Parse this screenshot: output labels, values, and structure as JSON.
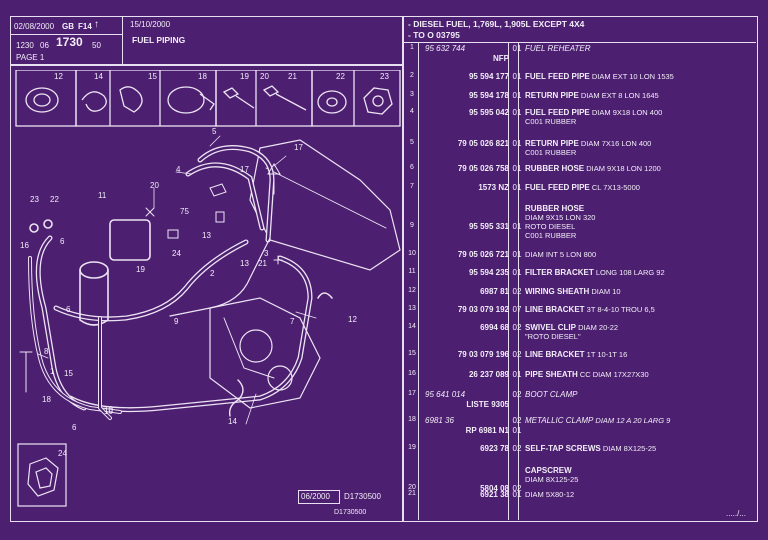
{
  "header": {
    "date_left": "02/08/2000",
    "country": "GB",
    "engine": "F14",
    "date_right": "15/10/2000",
    "group": "1230",
    "sub": "06",
    "plate": "1730",
    "suffix": "50",
    "page": "PAGE 1",
    "title": "FUEL PIPING",
    "spec_line1": "- DIESEL FUEL, 1,769L, 1,905L EXCEPT  4X4",
    "spec_line2": "- TO  O    03795"
  },
  "callouts": [
    "12",
    "14",
    "15",
    "18",
    "19",
    "20",
    "21",
    "22",
    "23"
  ],
  "diagram_labels": [
    "5",
    "4",
    "17",
    "17",
    "20",
    "75",
    "11",
    "23",
    "22",
    "16",
    "6",
    "19",
    "24",
    "2",
    "13",
    "13",
    "21",
    "3",
    "1",
    "8",
    "15",
    "10",
    "7",
    "9",
    "12",
    "6",
    "14",
    "18",
    "10",
    "6",
    "24"
  ],
  "footer": {
    "plate_box": "06/2000",
    "plate_code": "D1730500",
    "plate_code2": "D1730500",
    "page_mark": "...../..."
  },
  "parts": [
    {
      "num": "1",
      "ref": "95 632 744",
      "ref_style": "italic",
      "sub": "NFP",
      "qty": "01",
      "name": "FUEL REHEATER",
      "name_style": "italic",
      "desc": ""
    },
    {
      "num": "2",
      "ref": "95 594 177",
      "qty": "01",
      "name": "FUEL FEED PIPE",
      "desc": "DIAM EXT 10 LON 1535"
    },
    {
      "num": "3",
      "ref": "95 594 178",
      "qty": "01",
      "name": "RETURN PIPE",
      "desc": "DIAM EXT 8 LON 1645"
    },
    {
      "num": "4",
      "ref": "95 595 042",
      "qty": "01",
      "name": "FUEL FEED PIPE",
      "desc": "DIAM 9X18 LON 400",
      "desc2": "C001 RUBBER"
    },
    {
      "num": "5",
      "ref": "79 05 026 821",
      "qty": "01",
      "name": "RETURN PIPE",
      "desc": "DIAM 7X16 LON 400",
      "desc2": "C001 RUBBER"
    },
    {
      "num": "6",
      "ref": "79 05 026 758",
      "qty": "01",
      "name": "RUBBER HOSE",
      "desc": "DIAM 9X18 LON 1200"
    },
    {
      "num": "7",
      "ref": "1573 NZ",
      "qty": "01",
      "name": "FUEL FEED PIPE",
      "desc": "CL 7X13-5000"
    },
    {
      "num": "9",
      "ref": "95 595 331",
      "qty": "01",
      "name": "RUBBER HOSE",
      "desc": "DIAM 9X15 LON 320",
      "desc2": "ROTO DIESEL",
      "desc3": "C001 RUBBER"
    },
    {
      "num": "10",
      "ref": "79 05 026 721",
      "qty": "01",
      "name": "",
      "desc": "DIAM INT 5 LON 800"
    },
    {
      "num": "11",
      "ref": "95 594 235",
      "qty": "01",
      "name": "FILTER BRACKET",
      "desc": "LONG 108 LARG 92"
    },
    {
      "num": "12",
      "ref": "6987 81",
      "qty": "02",
      "name": "WIRING SHEATH",
      "desc": "DIAM 10"
    },
    {
      "num": "13",
      "ref": "79 03 079 192",
      "qty": "07",
      "name": "LINE BRACKET",
      "desc": "3T 8-4-10 TROU 6,5"
    },
    {
      "num": "14",
      "ref": "6994 68",
      "qty": "02",
      "name": "SWIVEL CLIP",
      "desc": "DIAM 20-22",
      "desc2": "\"ROTO DIESEL\""
    },
    {
      "num": "15",
      "ref": "79 03 079 196",
      "qty": "02",
      "name": "LINE BRACKET",
      "desc": "1T 10-1T 16"
    },
    {
      "num": "16",
      "ref": "26 237 089",
      "qty": "01",
      "name": "PIPE SHEATH",
      "desc": "CC DIAM 17X27X30"
    },
    {
      "num": "17",
      "ref": "95 641 014",
      "ref_style": "italic",
      "sub": "LISTE 9305",
      "qty": "02",
      "name": "BOOT CLAMP",
      "name_style": "italic",
      "desc": ""
    },
    {
      "num": "18",
      "ref": "6981 36",
      "ref_style": "italic",
      "sub": "RP  6981 N1",
      "qty": "02",
      "qty2": "01",
      "name": "METALLIC CLAMP",
      "name_style": "italic",
      "desc": "DIAM 12 A 20 LARG 9"
    },
    {
      "num": "19",
      "ref": "6923 78",
      "qty": "02",
      "name": "SELF-TAP SCREWS",
      "desc": "DIAM 8X125-25"
    },
    {
      "num": "20",
      "ref": "5804 08",
      "qty": "02",
      "name": "CAPSCREW",
      "desc": "DIAM 8X125-25"
    },
    {
      "num": "21",
      "ref": "6921 38",
      "qty": "01",
      "name": "",
      "desc": "DIAM 5X80-12"
    }
  ]
}
